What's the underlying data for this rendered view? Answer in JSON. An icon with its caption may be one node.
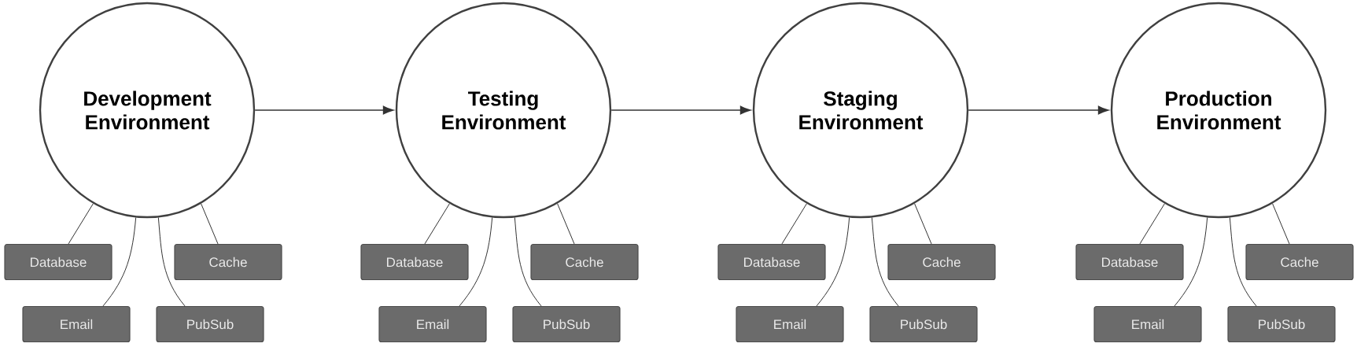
{
  "diagram": {
    "nodes": [
      {
        "text": [
          "Development Environment"
        ]
      },
      {
        "text": [
          "Database"
        ]
      },
      {
        "text": [
          "Cache"
        ]
      },
      {
        "text": [
          "Email"
        ]
      },
      {
        "text": [
          "PubSub"
        ]
      },
      {
        "text": [
          "Testing Environment"
        ]
      },
      {
        "text": [
          "Database"
        ]
      },
      {
        "text": [
          "Cache"
        ]
      },
      {
        "text": [
          "Email"
        ]
      },
      {
        "text": [
          "PubSub"
        ]
      },
      {
        "text": [
          "Staging Environment"
        ]
      },
      {
        "text": [
          "Database"
        ]
      },
      {
        "text": [
          "Cache"
        ]
      },
      {
        "text": [
          "Email"
        ]
      },
      {
        "text": [
          "PubSub"
        ]
      },
      {
        "text": [
          "Production Environment"
        ]
      },
      {
        "text": [
          "Database"
        ]
      },
      {
        "text": [
          "Cache"
        ]
      },
      {
        "text": [
          "Email"
        ]
      },
      {
        "text": [
          "PubSub"
        ]
      }
    ],
    "edges": [
      {
        "from": 0,
        "to": 5,
        "arrow": "to"
      },
      {
        "from": 5,
        "to": 10,
        "arrow": "to"
      },
      {
        "from": 10,
        "to": 15,
        "arrow": "to"
      },
      {
        "from": 0,
        "to": 1,
        "arrow": "none"
      },
      {
        "from": 0,
        "to": 2,
        "arrow": "none"
      },
      {
        "from": 0,
        "to": 3,
        "arrow": "none"
      },
      {
        "from": 0,
        "to": 4,
        "arrow": "none"
      },
      {
        "from": 5,
        "to": 6,
        "arrow": "none"
      },
      {
        "from": 5,
        "to": 7,
        "arrow": "none"
      },
      {
        "from": 5,
        "to": 8,
        "arrow": "none"
      },
      {
        "from": 5,
        "to": 9,
        "arrow": "none"
      },
      {
        "from": 10,
        "to": 11,
        "arrow": "none"
      },
      {
        "from": 10,
        "to": 12,
        "arrow": "none"
      },
      {
        "from": 10,
        "to": 13,
        "arrow": "none"
      },
      {
        "from": 10,
        "to": 14,
        "arrow": "none"
      },
      {
        "from": 15,
        "to": 16,
        "arrow": "none"
      },
      {
        "from": 15,
        "to": 17,
        "arrow": "none"
      },
      {
        "from": 15,
        "to": 18,
        "arrow": "none"
      },
      {
        "from": 15,
        "to": 19,
        "arrow": "none"
      }
    ]
  }
}
